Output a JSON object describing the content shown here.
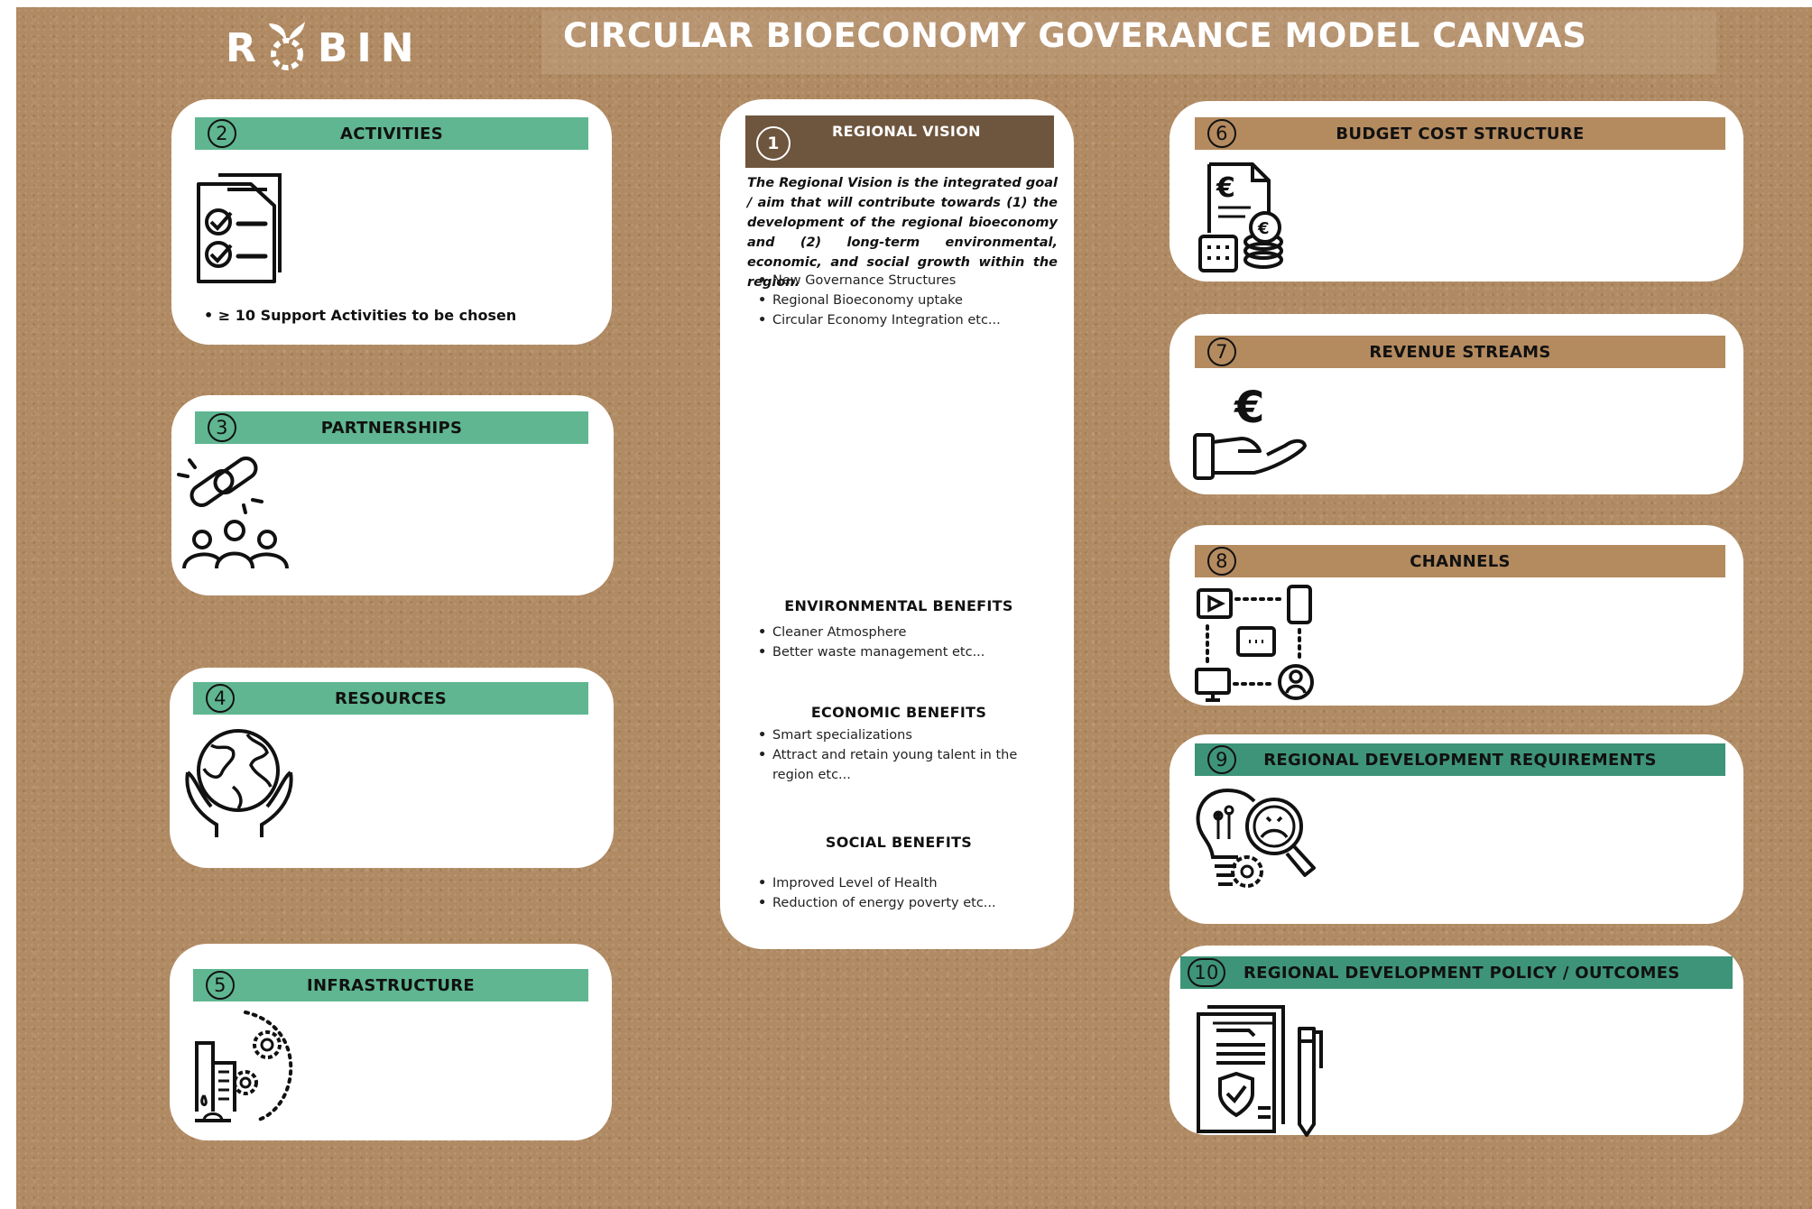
{
  "logo": {
    "text": "BIN",
    "prefix": "R"
  },
  "title": "CIRCULAR BIOECONOMY GOVERANCE MODEL CANVAS",
  "colors": {
    "board": "#b08a63",
    "green": "#5fb691",
    "tan": "#b48a5f",
    "teal": "#3e9478",
    "brown": "#6e553d"
  },
  "vision": {
    "number": "1",
    "title": "REGIONAL VISION",
    "description": "The Regional Vision is the integrated goal / aim that will contribute towards (1) the development of the regional bioeconomy and (2) long-term environmental, economic, and social growth within the region.",
    "items": [
      "New Governance Structures",
      "Regional Bioeconomy uptake",
      "Circular Economy Integration etc..."
    ],
    "environmental": {
      "title": "ENVIRONMENTAL BENEFITS",
      "items": [
        "Cleaner Atmosphere",
        "Better waste management etc..."
      ]
    },
    "economic": {
      "title": "ECONOMIC BENEFITS",
      "items": [
        "Smart specializations",
        "Attract and retain young talent in the region etc..."
      ]
    },
    "social": {
      "title": "SOCIAL BENEFITS",
      "items": [
        "Improved Level of Health",
        "Reduction of energy poverty etc..."
      ]
    }
  },
  "left_cards": [
    {
      "number": "2",
      "title": "ACTIVITIES",
      "icon": "checklist-icon",
      "note": "• ≥ 10 Support Activities to be chosen"
    },
    {
      "number": "3",
      "title": "PARTNERSHIPS",
      "icon": "partnership-icon"
    },
    {
      "number": "4",
      "title": "RESOURCES",
      "icon": "globe-hands-icon"
    },
    {
      "number": "5",
      "title": "INFRASTRUCTURE",
      "icon": "infrastructure-icon"
    }
  ],
  "right_cards": [
    {
      "number": "6",
      "title": "BUDGET COST STRUCTURE",
      "icon": "budget-icon"
    },
    {
      "number": "7",
      "title": "REVENUE STREAMS",
      "icon": "hand-euro-icon"
    },
    {
      "number": "8",
      "title": "CHANNELS",
      "icon": "channels-icon"
    },
    {
      "number": "9",
      "title": "REGIONAL DEVELOPMENT REQUIREMENTS",
      "icon": "requirements-icon"
    },
    {
      "number": "10",
      "title": "REGIONAL DEVELOPMENT POLICY / OUTCOMES",
      "icon": "policy-document-icon"
    }
  ]
}
